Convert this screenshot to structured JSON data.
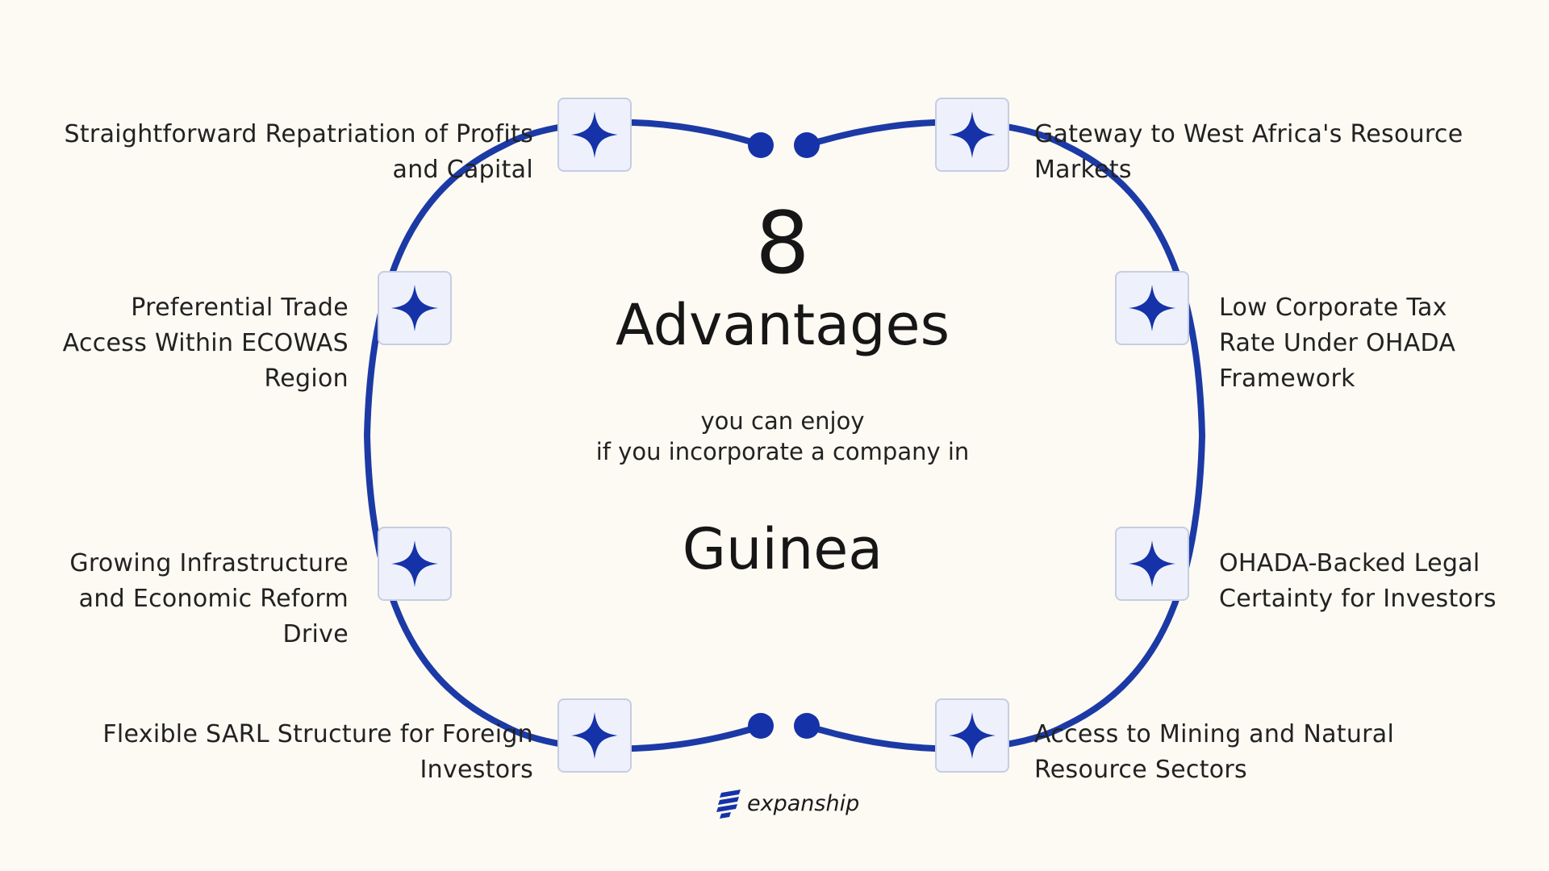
{
  "colors": {
    "background": "#fdfaf3",
    "ring": "#1c3aa6",
    "star": "#1532a8",
    "box_fill": "#eef1fb",
    "box_border": "#c6cde3"
  },
  "node_icon": "four-point-star-icon",
  "center": {
    "count": "8",
    "headline": "Advantages",
    "subline_1": "you can enjoy",
    "subline_2": "if you incorporate a company in",
    "country": "Guinea"
  },
  "advantages": [
    {
      "lines": [
        "Straightforward Repatriation of Profits",
        "and Capital"
      ]
    },
    {
      "lines": [
        "Gateway to West Africa's Resource",
        "Markets"
      ]
    },
    {
      "lines": [
        "Preferential Trade",
        "Access Within ECOWAS",
        "Region"
      ]
    },
    {
      "lines": [
        "Low Corporate Tax",
        "Rate Under OHADA",
        "Framework"
      ]
    },
    {
      "lines": [
        "Growing Infrastructure",
        "and Economic Reform",
        "Drive"
      ]
    },
    {
      "lines": [
        "OHADA-Backed Legal",
        "Certainty for Investors"
      ]
    },
    {
      "lines": [
        "Flexible SARL Structure for Foreign",
        "Investors"
      ]
    },
    {
      "lines": [
        "Access to Mining and Natural",
        "Resource Sectors"
      ]
    }
  ],
  "brand": {
    "name": "expanship",
    "icon": "expanship-logo-icon"
  }
}
